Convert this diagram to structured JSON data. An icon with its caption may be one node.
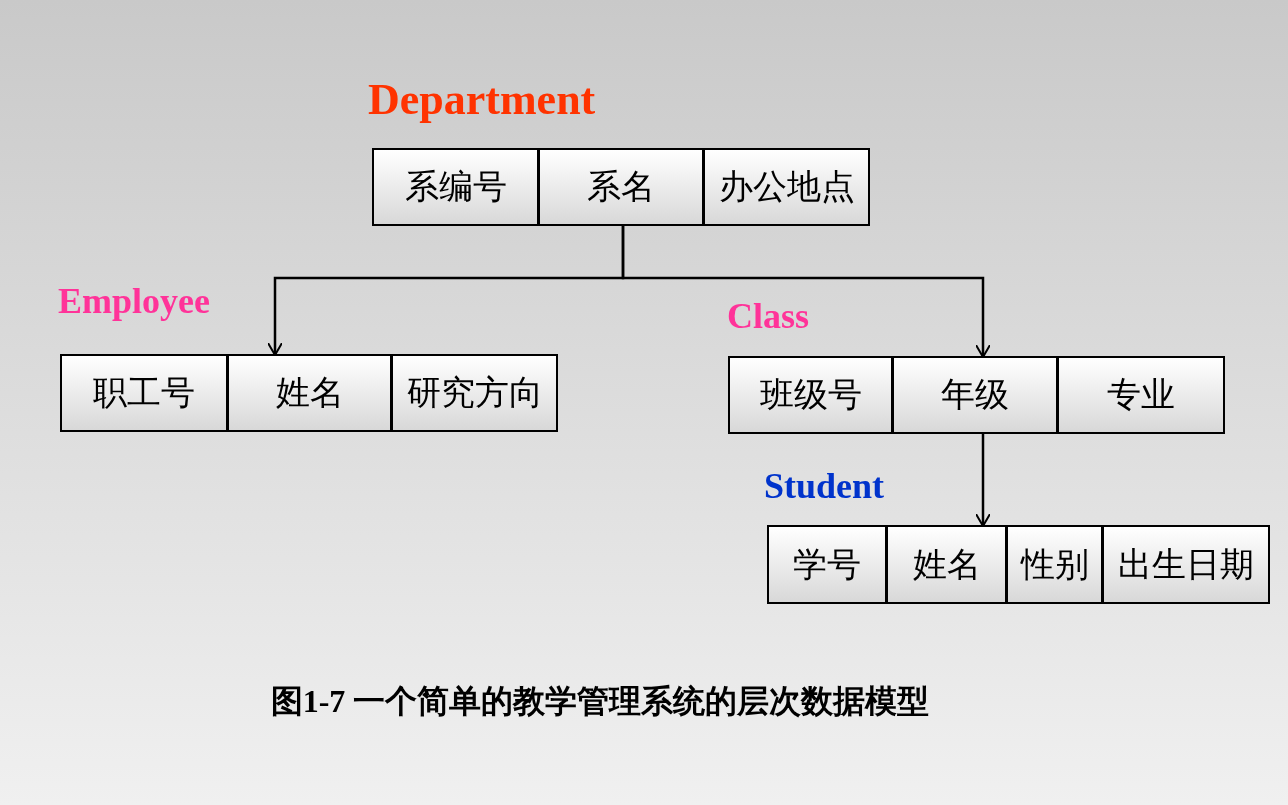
{
  "diagram": {
    "caption": "图1-7  一个简单的教学管理系统的层次数据模型",
    "nodes": [
      {
        "text": [
          "Department"
        ]
      },
      {
        "text": [
          "系编号"
        ],
        "in": 0
      },
      {
        "text": [
          "系名"
        ],
        "in": 0
      },
      {
        "text": [
          "办公地点"
        ],
        "in": 0
      },
      {
        "text": [
          "Employee"
        ]
      },
      {
        "text": [
          "职工号"
        ],
        "in": 4
      },
      {
        "text": [
          "姓名"
        ],
        "in": 4
      },
      {
        "text": [
          "研究方向"
        ],
        "in": 4
      },
      {
        "text": [
          "Class"
        ]
      },
      {
        "text": [
          "班级号"
        ],
        "in": 8
      },
      {
        "text": [
          "年级"
        ],
        "in": 8
      },
      {
        "text": [
          "专业"
        ],
        "in": 8
      },
      {
        "text": [
          "Student"
        ]
      },
      {
        "text": [
          "学号"
        ],
        "in": 12
      },
      {
        "text": [
          "姓名"
        ],
        "in": 12
      },
      {
        "text": [
          "性别"
        ],
        "in": 12
      },
      {
        "text": [
          "出生日期"
        ],
        "in": 12
      }
    ],
    "edges": [
      {
        "from": 2,
        "to": 6,
        "arrow": "to"
      },
      {
        "from": 2,
        "to": 10,
        "arrow": "to"
      },
      {
        "from": 10,
        "to": 14,
        "arrow": "to"
      }
    ]
  }
}
